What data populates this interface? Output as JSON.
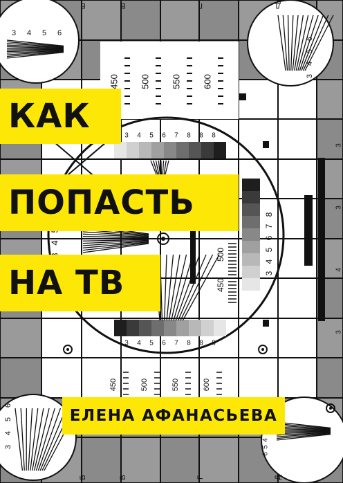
{
  "book": {
    "title_lines": [
      "КАК",
      "ПОПАСТЬ",
      "НА ТВ"
    ],
    "author": "ЕЛЕНА АФАНАСЬЕВА"
  },
  "test_pattern": {
    "top_resolution_labels": [
      "450",
      "500",
      "550",
      "600"
    ],
    "center_resolution_labels": [
      "450",
      "500"
    ],
    "digits_large": [
      "3",
      "4",
      "5",
      "6",
      "7",
      "8"
    ],
    "digits_small": [
      "3",
      "4",
      "5",
      "6"
    ],
    "letters_top": [
      "Б",
      "В",
      "Г",
      "Д"
    ],
    "letters_bottom": [
      "Б",
      "В",
      "Г",
      "Д"
    ],
    "colors": {
      "grey": "#8c8c8c",
      "white": "#ffffff",
      "black": "#111111",
      "yellow": "#fde706"
    }
  }
}
